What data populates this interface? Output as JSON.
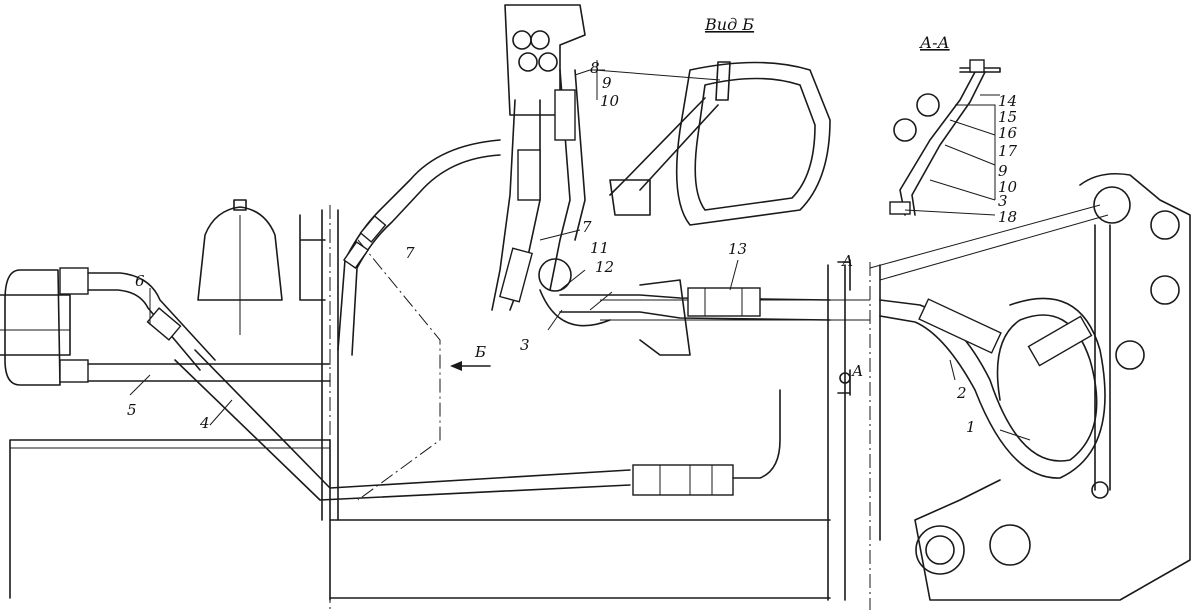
{
  "views": {
    "view_b": "Вид Б",
    "section_aa": "А-А",
    "section_a_top": "А",
    "section_a_bottom": "А",
    "arrow_b": "Б"
  },
  "callouts": {
    "c1": "1",
    "c2": "2",
    "c3_main": "3",
    "c3_section": "3",
    "c4": "4",
    "c5": "5",
    "c6": "6",
    "c7_upper": "7",
    "c7_mid": "7",
    "c8": "8",
    "c9_top": "9",
    "c9_section": "9",
    "c10_top": "10",
    "c10_section": "10",
    "c11": "11",
    "c12": "12",
    "c13": "13",
    "c14": "14",
    "c15": "15",
    "c16": "16",
    "c17": "17",
    "c18": "18"
  }
}
